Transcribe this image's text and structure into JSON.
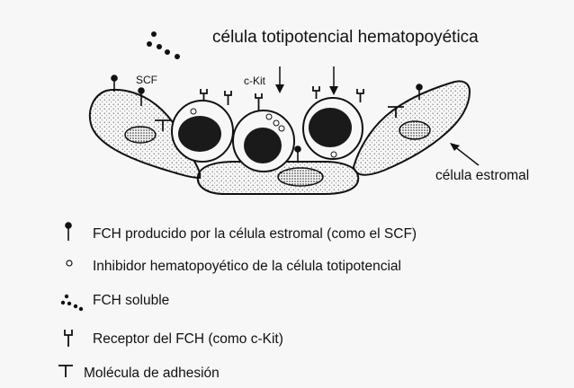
{
  "diagram": {
    "title": "célula totipotencial hematopoyética",
    "label_scf": "SCF",
    "label_ckit": "c-Kit",
    "label_stromal": "célula estromal"
  },
  "legend": {
    "items": [
      {
        "icon": "fch-stromal-icon",
        "text": "FCH producido por la célula estromal (como el SCF)"
      },
      {
        "icon": "inhibitor-icon",
        "text": "Inhibidor hematopoyético de la célula totipotencial"
      },
      {
        "icon": "fch-soluble-icon",
        "text": "FCH soluble"
      },
      {
        "icon": "receptor-icon",
        "text": "Receptor del FCH (como c-Kit)"
      },
      {
        "icon": "adhesion-icon",
        "text": "Molécula de adhesión"
      }
    ]
  },
  "colors": {
    "ink": "#111111",
    "background": "#f7f7f7",
    "nucleus": "#1a1a1a"
  }
}
